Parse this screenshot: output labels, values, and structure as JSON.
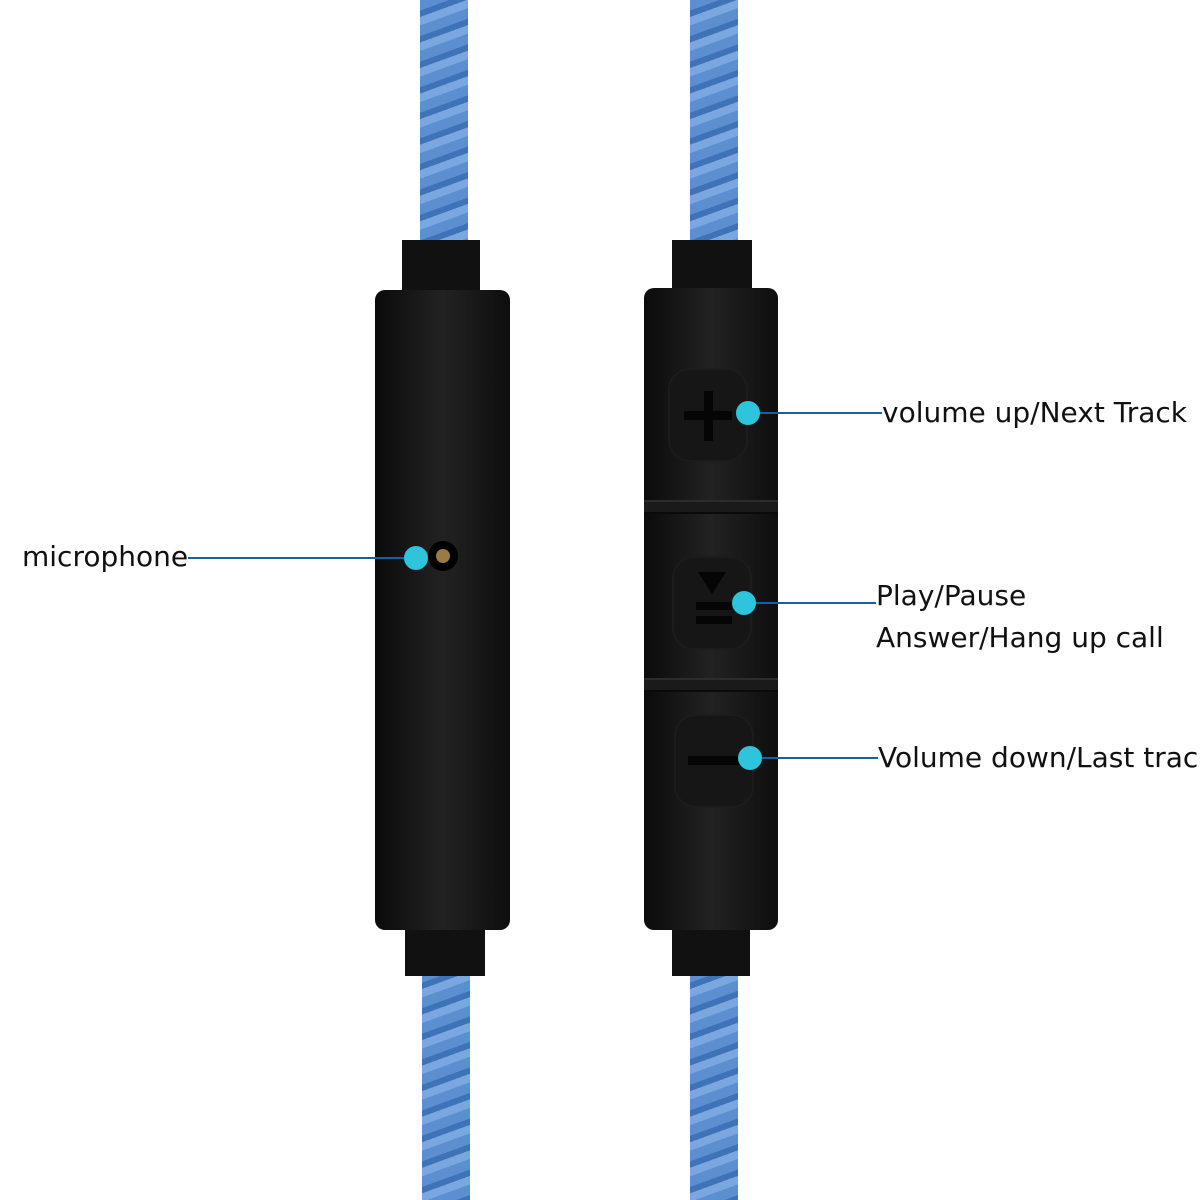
{
  "labels": {
    "microphone": "microphone",
    "volume_up": "volume up/Next Track",
    "play_pause_line1": "Play/Pause",
    "play_pause_line2": "Answer/Hang up call",
    "volume_down": "Volume down/Last track"
  },
  "colors": {
    "callout_dot": "#2ec4dc",
    "callout_line": "#1b5fa0",
    "cable": "#5b8fd0",
    "remote": "#111111"
  }
}
